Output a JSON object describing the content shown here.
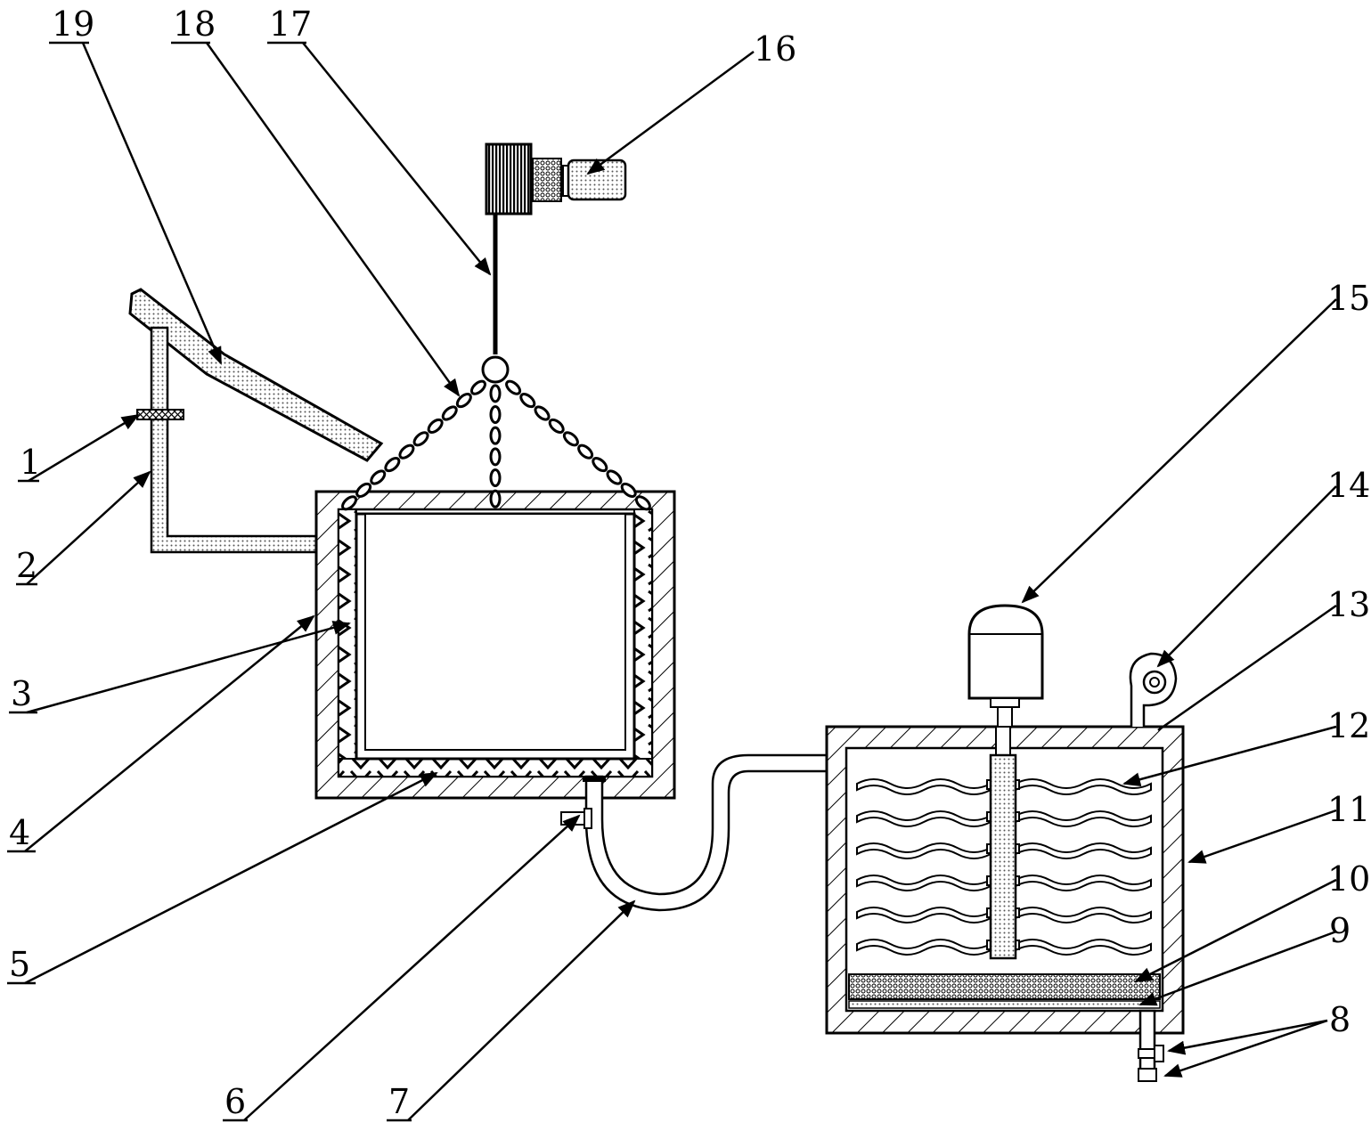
{
  "labels": [
    {
      "id": "1",
      "text": "1"
    },
    {
      "id": "2",
      "text": "2"
    },
    {
      "id": "3",
      "text": "3"
    },
    {
      "id": "4",
      "text": "4"
    },
    {
      "id": "5",
      "text": "5"
    },
    {
      "id": "6",
      "text": "6"
    },
    {
      "id": "7",
      "text": "7"
    },
    {
      "id": "8",
      "text": "8"
    },
    {
      "id": "9",
      "text": "9"
    },
    {
      "id": "10",
      "text": "10"
    },
    {
      "id": "11",
      "text": "11"
    },
    {
      "id": "12",
      "text": "12"
    },
    {
      "id": "13",
      "text": "13"
    },
    {
      "id": "14",
      "text": "14"
    },
    {
      "id": "15",
      "text": "15"
    },
    {
      "id": "16",
      "text": "16"
    },
    {
      "id": "17",
      "text": "17"
    },
    {
      "id": "18",
      "text": "18"
    },
    {
      "id": "19",
      "text": "19"
    }
  ],
  "colors": {
    "line": "#000000",
    "background": "#ffffff",
    "fill_dot": "#cccccc"
  }
}
